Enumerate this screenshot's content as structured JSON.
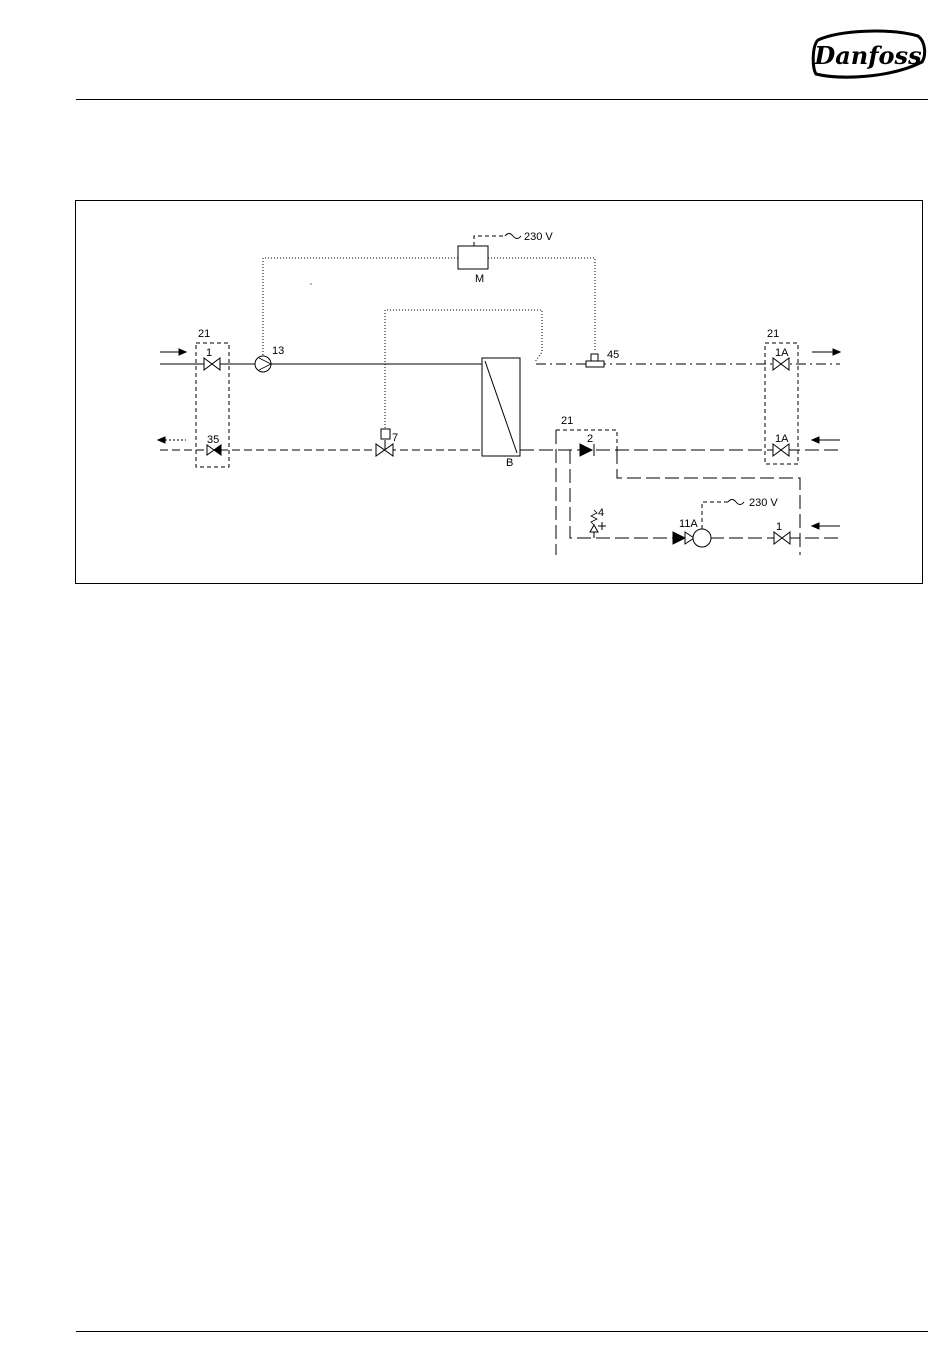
{
  "brand": {
    "logo_text": "Danfoss",
    "logo_icon": "danfoss-logo"
  },
  "diagram": {
    "labels": {
      "controller": "M",
      "supply_controller": "230 V",
      "supply_pump": "230 V",
      "heat_exchanger": "B",
      "pump_primary": "13",
      "pump_secondary": "11A",
      "temp_sensor": "45",
      "motor_valve": "7",
      "safety_valve": "4",
      "check_valve": "2",
      "valve_inlet": "1",
      "valve_return": "35",
      "valve_right_top": "1A",
      "valve_right_bottom": "1A",
      "valve_cold": "1",
      "group_left": "21",
      "group_right": "21",
      "group_middle": "21"
    }
  }
}
